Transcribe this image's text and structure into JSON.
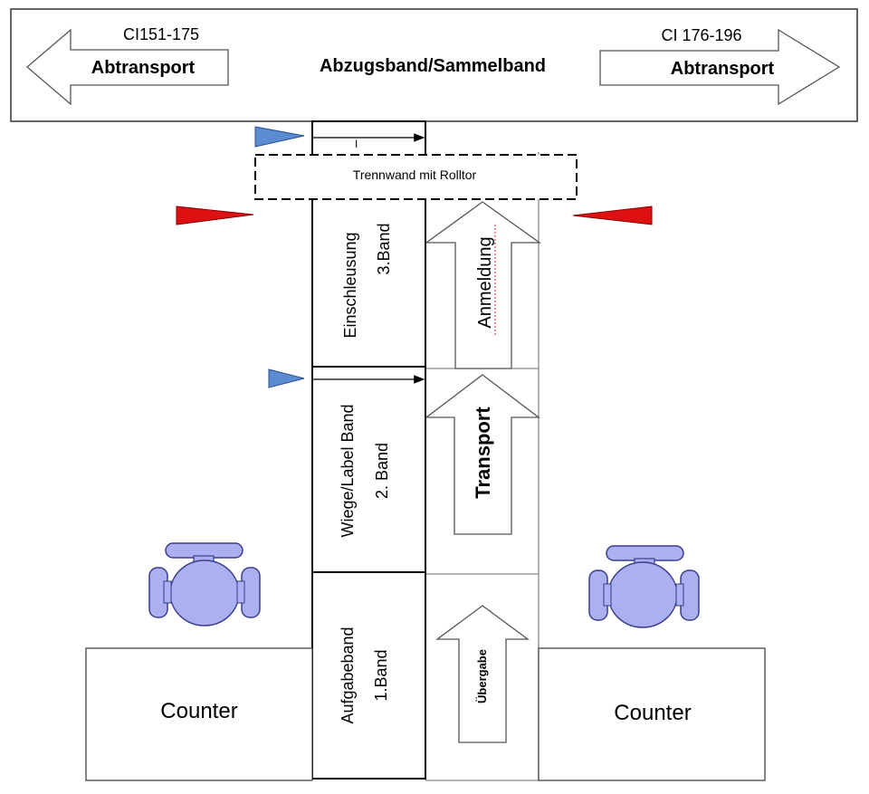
{
  "top_band": {
    "title": "Abzugsband/Sammelband",
    "left_range": "CI151-175",
    "left_arrow_label": "Abtransport",
    "right_range": "CI 176-196",
    "right_arrow_label": "Abtransport"
  },
  "partition": {
    "label": "Trennwand mit Rolltor",
    "small_mark": "I"
  },
  "belts": {
    "band3_line1": "Einschleusung",
    "band3_line2": "3.Band",
    "band2_line1": "Wiege/Label Band",
    "band2_line2": "2. Band",
    "band1_line1": "Aufgabeband",
    "band1_line2": "1.Band"
  },
  "flow_arrows": {
    "top": "Anmeldung",
    "middle": "Transport",
    "bottom": "Übergabe"
  },
  "counters": {
    "left": "Counter",
    "right": "Counter"
  },
  "colors": {
    "flag_blue": "#5b8bd0",
    "flag_red": "#dd1111",
    "chair_fill": "#aab0f0",
    "chair_stroke": "#3b3e8a"
  }
}
